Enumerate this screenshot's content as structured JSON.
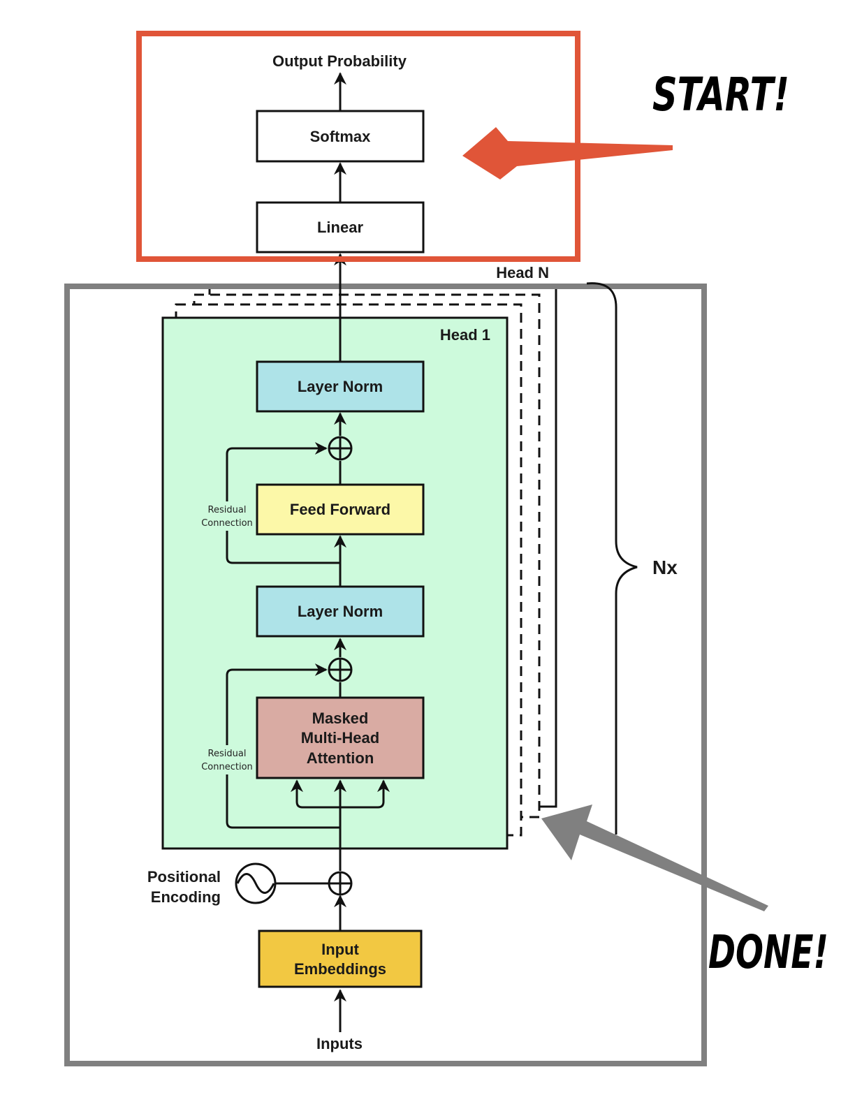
{
  "labels": {
    "output_probability": "Output Probability",
    "softmax": "Softmax",
    "linear": "Linear",
    "head_n": "Head N",
    "head_1": "Head 1",
    "layer_norm_top": "Layer Norm",
    "feed_forward": "Feed Forward",
    "layer_norm_bottom": "Layer Norm",
    "attention_line1": "Masked",
    "attention_line2": "Multi-Head",
    "attention_line3": "Attention",
    "residual_1_line1": "Residual",
    "residual_1_line2": "Connection",
    "residual_2_line1": "Residual",
    "residual_2_line2": "Connection",
    "positional_line1": "Positional",
    "positional_line2": "Encoding",
    "embeddings_line1": "Input",
    "embeddings_line2": "Embeddings",
    "inputs": "Inputs",
    "nx": "Nx"
  },
  "annotations": {
    "start": "START!",
    "done": "DONE!"
  },
  "colors": {
    "start_highlight": "#e05538",
    "done_highlight": "#808080",
    "head_fill": "#cdfadc",
    "layer_norm_fill": "#aee3e8",
    "feed_forward_fill": "#fcf8a8",
    "attention_fill": "#d9aba3",
    "embeddings_fill": "#f2c842",
    "box_fill": "#ffffff"
  },
  "icons": {
    "add": "circled-plus-icon",
    "positional": "sine-wave-icon",
    "arrows": "arrow-up-icon"
  }
}
